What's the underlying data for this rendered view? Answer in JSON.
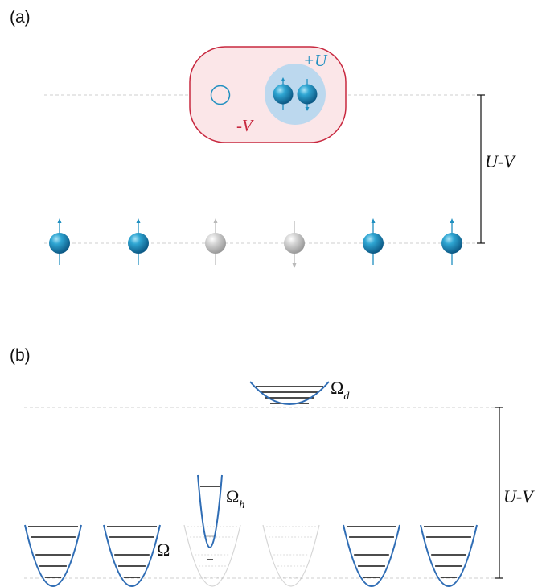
{
  "panel_a": {
    "label": "(a)",
    "plus_u": "+U",
    "minus_v": "-V",
    "gap_label": "U-V",
    "sites": [
      {
        "spin": "up",
        "state": "occupied"
      },
      {
        "spin": "up",
        "state": "occupied"
      },
      {
        "spin": "up",
        "state": "empty"
      },
      {
        "spin": "down",
        "state": "empty"
      },
      {
        "spin": "up",
        "state": "occupied"
      },
      {
        "spin": "up",
        "state": "occupied"
      }
    ]
  },
  "panel_b": {
    "label": "(b)",
    "omega": "Ω",
    "omega_d_base": "Ω",
    "omega_d_sub": "d",
    "omega_h_base": "Ω",
    "omega_h_sub": "h",
    "gap_label": "U-V",
    "wells": [
      "normal",
      "normal",
      "faded",
      "faded",
      "normal",
      "normal"
    ]
  },
  "colors": {
    "blue": "#1f8fc0",
    "red": "#c8283f",
    "pink_fill": "#fbe6e8",
    "light_blue_fill": "#bcd8ee",
    "gray": "#c8c8c8",
    "well_blue": "#2f6db5"
  }
}
